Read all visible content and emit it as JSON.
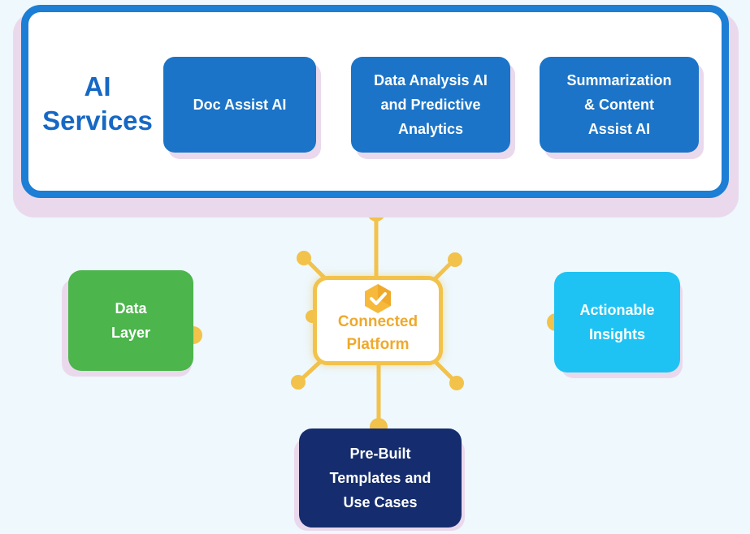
{
  "colors": {
    "background": "#eef8fd",
    "panel_border": "#1c7ed4",
    "service_box": "#1b74c7",
    "title_text": "#1668c4",
    "connector": "#f2c24a",
    "hub_text": "#efa92b",
    "data_layer": "#4cb54c",
    "actionable_insights": "#1fc3f3",
    "templates": "#152d6e",
    "shadow": "#ead9ec"
  },
  "ai_services": {
    "title_line1": "AI",
    "title_line2": "Services",
    "items": [
      {
        "line1": "Doc Assist AI",
        "line2": "",
        "line3": ""
      },
      {
        "line1": "Data Analysis AI",
        "line2": "and Predictive",
        "line3": "Analytics"
      },
      {
        "line1": "Summarization",
        "line2": "& Content",
        "line3": "Assist AI"
      }
    ]
  },
  "hub": {
    "line1": "Connected",
    "line2": "Platform",
    "icon": "checkmark-hexagon-icon"
  },
  "nodes": {
    "data_layer": {
      "line1": "Data",
      "line2": "Layer"
    },
    "actionable_insights": {
      "line1": "Actionable",
      "line2": "Insights"
    },
    "templates": {
      "line1": "Pre-Built",
      "line2": "Templates and",
      "line3": "Use Cases"
    }
  }
}
